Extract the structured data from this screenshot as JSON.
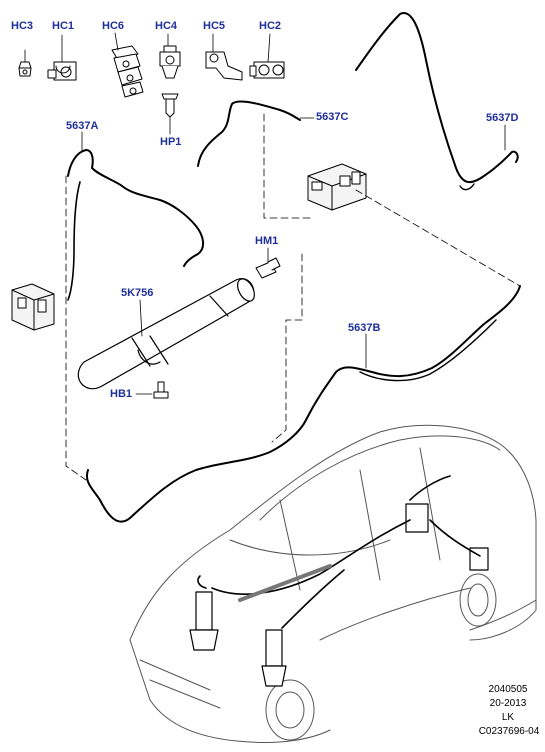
{
  "callouts": {
    "hc3": "HC3",
    "hc1": "HC1",
    "hc6": "HC6",
    "hc4": "HC4",
    "hc5": "HC5",
    "hc2": "HC2",
    "hp1": "HP1",
    "p5637c": "5637C",
    "p5637d": "5637D",
    "p5637a": "5637A",
    "hm1": "HM1",
    "p5k756": "5K756",
    "p5637b": "5637B",
    "hb1": "HB1"
  },
  "reference": {
    "line1": "2040505",
    "line2": "20-2013",
    "line3": "LK",
    "line4": "C0237696-04"
  },
  "colors": {
    "callout_text": "#1f2f9a",
    "line_art": "#000000"
  }
}
